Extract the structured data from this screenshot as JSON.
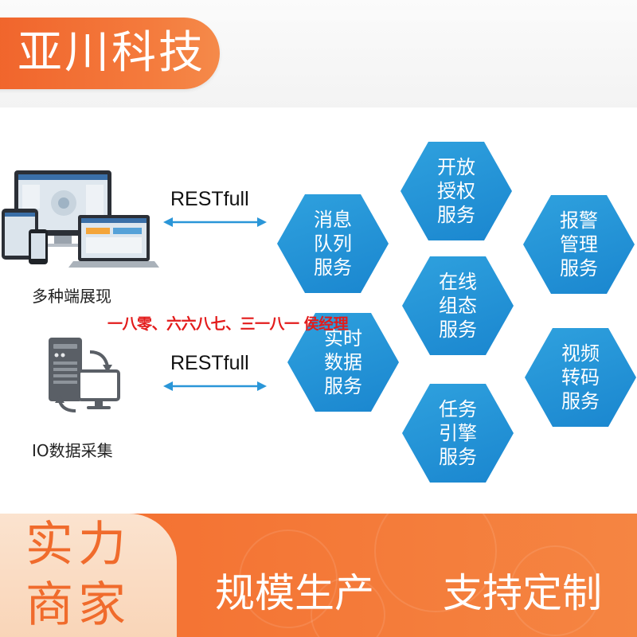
{
  "brand": {
    "title": "亚川科技"
  },
  "overlay": {
    "text": "一八零、六六八七、三一八一 侯经理"
  },
  "clients": [
    {
      "label": "多种端展现",
      "icon": "devices-icon"
    },
    {
      "label": "IO数据采集",
      "icon": "server-computer-icon"
    }
  ],
  "connectors": [
    {
      "label": "RESTfull"
    },
    {
      "label": "RESTfull"
    }
  ],
  "services": [
    {
      "lines": [
        "开放",
        "授权",
        "服务"
      ]
    },
    {
      "lines": [
        "消息",
        "队列",
        "服务"
      ]
    },
    {
      "lines": [
        "报警",
        "管理",
        "服务"
      ]
    },
    {
      "lines": [
        "在线",
        "组态",
        "服务"
      ]
    },
    {
      "lines": [
        "实时",
        "数据",
        "服务"
      ]
    },
    {
      "lines": [
        "视频",
        "转码",
        "服务"
      ]
    },
    {
      "lines": [
        "任务",
        "引擎",
        "服务"
      ]
    }
  ],
  "footer": {
    "badge_line1": "实力",
    "badge_line2": "商家",
    "slogan1": "规模生产",
    "slogan2": "支持定制"
  },
  "colors": {
    "brand_orange": "#f0622a",
    "hex_blue": "#1a86cf",
    "arrow_blue": "#2a96d8",
    "overlay_red": "#e31b1b",
    "badge_bg": "#fbe3cf"
  }
}
